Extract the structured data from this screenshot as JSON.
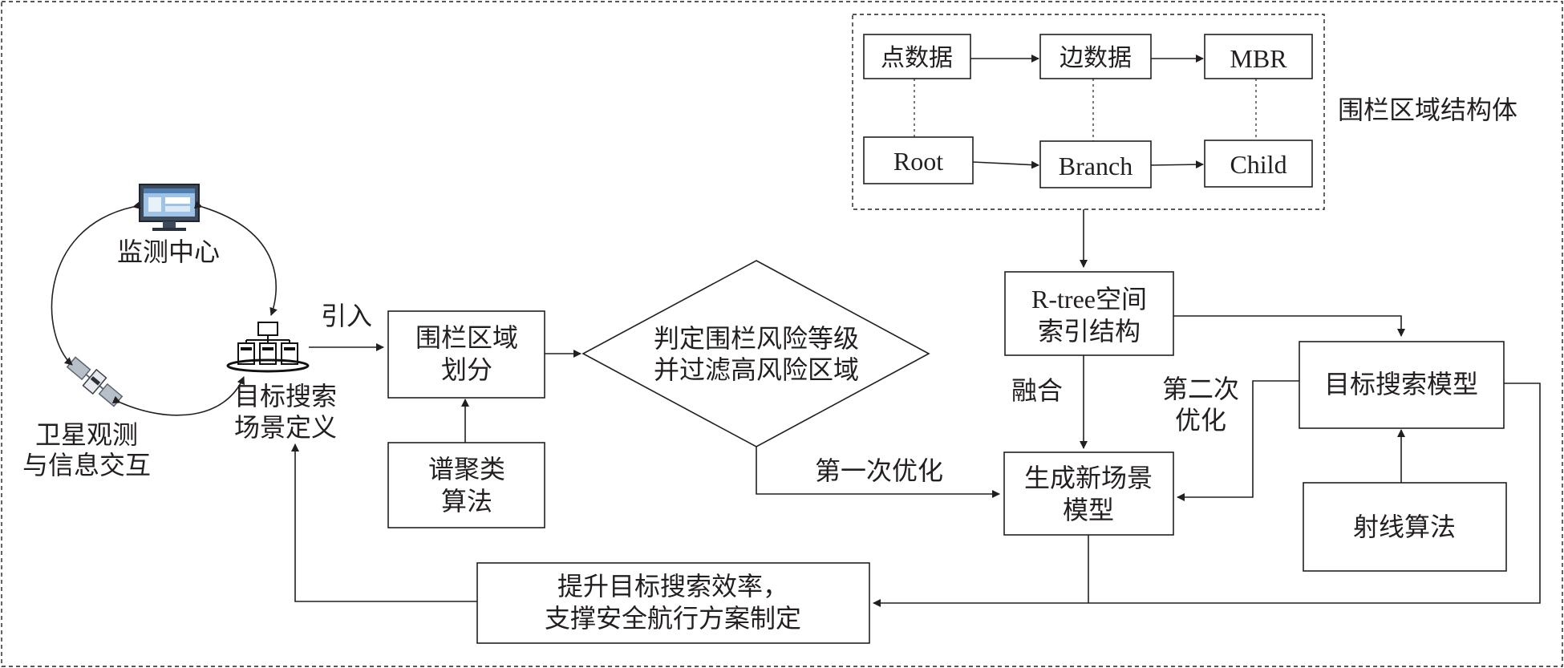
{
  "fence_structure": {
    "title": "围栏区域结构体",
    "point_data": "点数据",
    "edge_data": "边数据",
    "mbr": "MBR",
    "root": "Root",
    "branch": "Branch",
    "child": "Child"
  },
  "left_cycle": {
    "monitor_center": "监测中心",
    "satellite_line1": "卫星观测",
    "satellite_line2": "与信息交互",
    "target_def_line1": "目标搜索",
    "target_def_line2": "场景定义"
  },
  "flow": {
    "introduce": "引入",
    "fence_partition_line1": "围栏区域",
    "fence_partition_line2": "划分",
    "spectral_line1": "谱聚类",
    "spectral_line2": "算法",
    "diamond_line1": "判定围栏风险等级",
    "diamond_line2": "并过滤高风险区域",
    "first_opt": "第一次优化",
    "rtree_line1": "R-tree空间",
    "rtree_line2": "索引结构",
    "fusion": "融合",
    "second_opt_line1": "第二次",
    "second_opt_line2": "优化",
    "target_model": "目标搜索模型",
    "ray_algo": "射线算法",
    "new_scene_line1": "生成新场景",
    "new_scene_line2": "模型",
    "result_line1": "提升目标搜索效率，",
    "result_line2": "支撑安全航行方案制定"
  }
}
